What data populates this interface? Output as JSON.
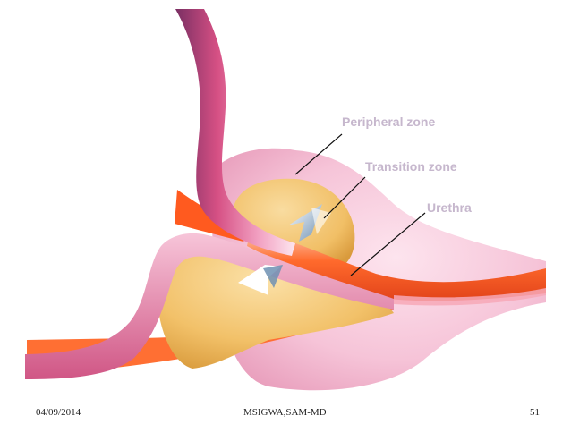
{
  "diagram": {
    "labels": {
      "peripheral_zone": "Peripheral zone",
      "transition_zone": "Transition zone",
      "urethra": "Urethra"
    }
  },
  "footer": {
    "date": "04/09/2014",
    "author": "MSIGWA,SAM-MD",
    "page_number": "51"
  },
  "colors": {
    "peripheral_zone": "#f0b7cf",
    "transition_zone": "#f2c169",
    "urethra": "#ff6a2c",
    "bladder_wall": "#d65084",
    "arrow": "#8aa6bf",
    "label_text": "#c6b7cd"
  }
}
